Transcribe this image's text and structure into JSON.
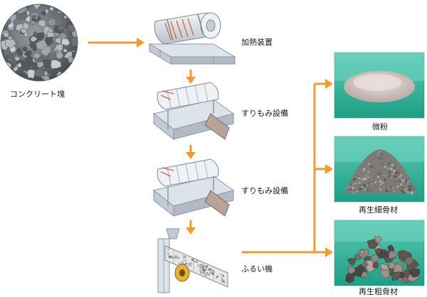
{
  "input": {
    "label": "コンクリート塊"
  },
  "process": [
    {
      "id": "heating",
      "label": "加熱装置"
    },
    {
      "id": "rubbing1",
      "label": "すりもみ設備"
    },
    {
      "id": "rubbing2",
      "label": "すりもみ設備"
    },
    {
      "id": "sieve",
      "label": "ふるい機"
    }
  ],
  "outputs": [
    {
      "id": "fine-powder",
      "label": "微粉"
    },
    {
      "id": "fine-aggregate",
      "label": "再生細骨材"
    },
    {
      "id": "coarse-aggregate",
      "label": "再生粗骨材"
    }
  ],
  "colors": {
    "arrow": "#f39a2d",
    "machine_body": "#dde3ea",
    "machine_edge": "#8d97a3",
    "heat": "#d9533a",
    "output_bg": "#2bb39a"
  }
}
